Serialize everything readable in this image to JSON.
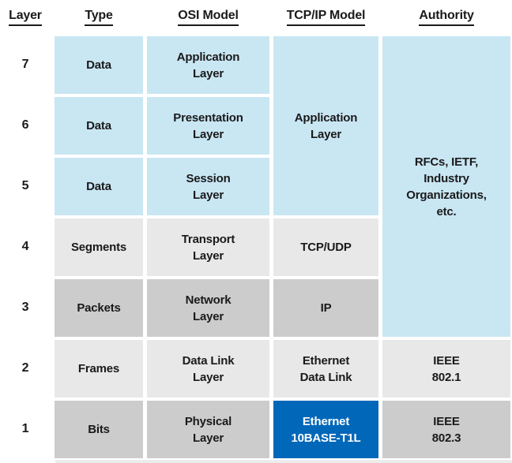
{
  "title": "OSI Model vs TCP/IP Model layer comparison table",
  "colors": {
    "light_blue": "#c9e6f3",
    "light_gray": "#e8e8e8",
    "mid_gray": "#cccccc",
    "brand_blue": "#0067b9",
    "white": "#ffffff",
    "text": "#1a1a1a"
  },
  "header": {
    "columns": [
      "Layer",
      "Type",
      "OSI Model",
      "TCP/IP Model",
      "Authority"
    ]
  },
  "grid": {
    "layers": [
      "7",
      "6",
      "5",
      "4",
      "3",
      "2",
      "1"
    ],
    "types": [
      "Data",
      "Data",
      "Data",
      "Segments",
      "Packets",
      "Frames",
      "Bits"
    ],
    "osi": [
      "Application\nLayer",
      "Presentation\nLayer",
      "Session\nLayer",
      "Transport\nLayer",
      "Network\nLayer",
      "Data Link\nLayer",
      "Physical\nLayer"
    ],
    "tcpip": {
      "merged_app": "Application\nLayer",
      "row4": "TCP/UDP",
      "row3": "IP",
      "row2": "Ethernet\nData Link",
      "row1": "Ethernet\n10BASE-T1L"
    },
    "authority": {
      "merged": "RFCs, IETF,\nIndustry\nOrganizations,\netc.",
      "row2": "IEEE\n802.1",
      "row1": "IEEE\n802.3"
    }
  }
}
